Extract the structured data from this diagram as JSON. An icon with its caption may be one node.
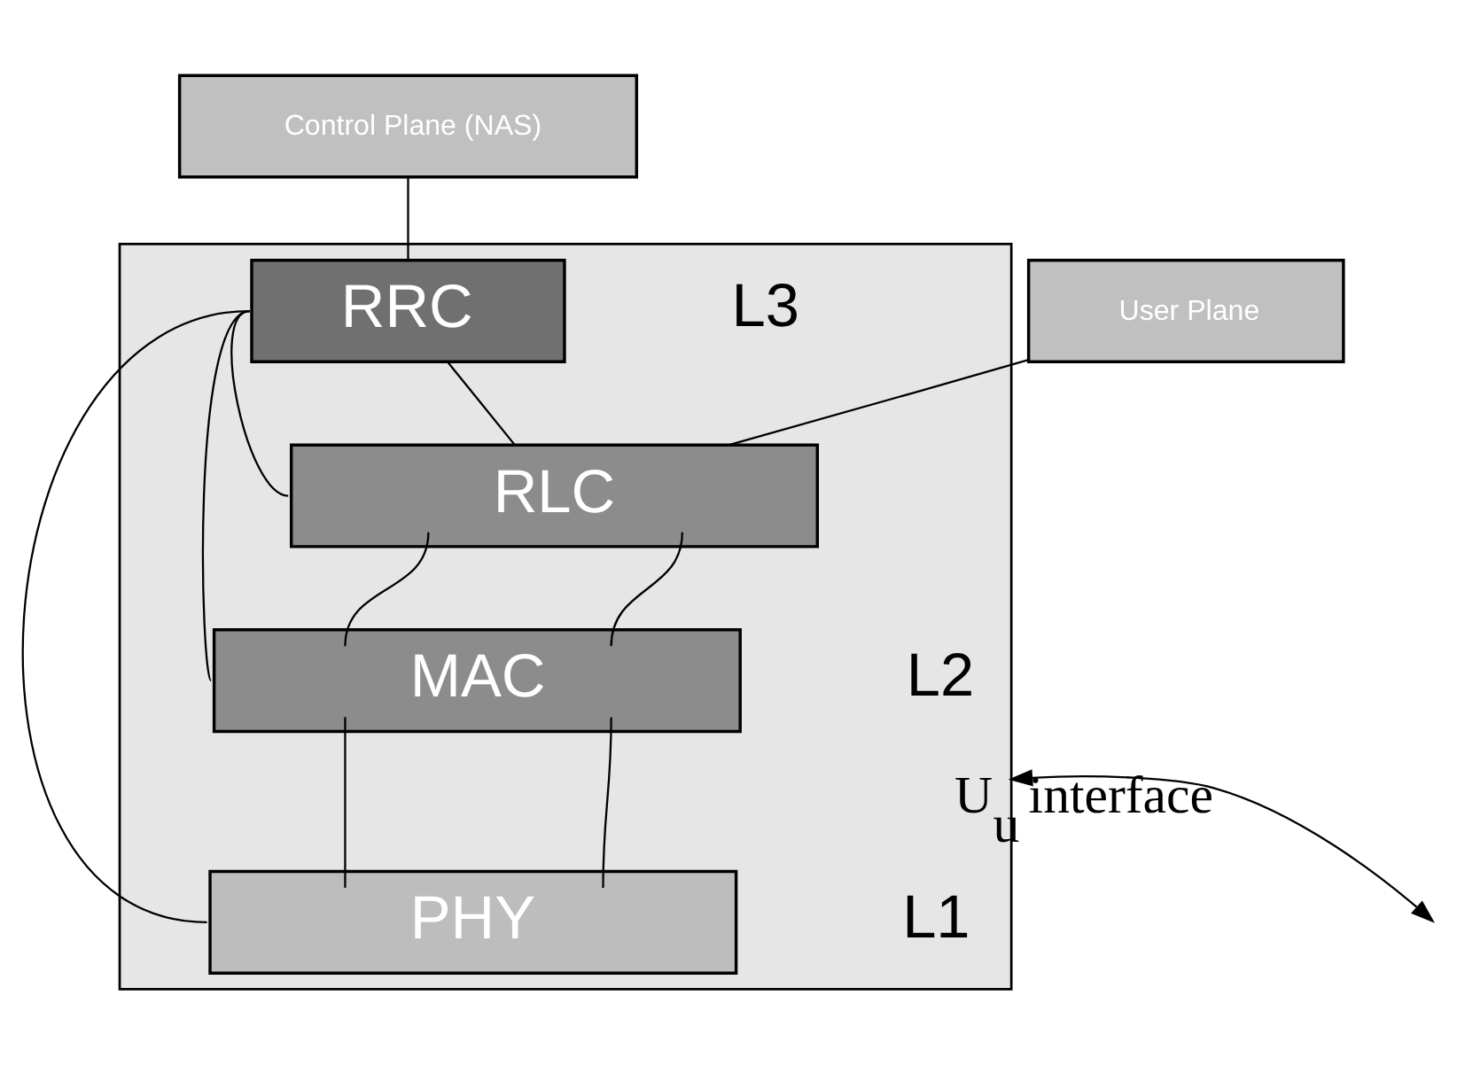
{
  "diagram": {
    "nodes": [
      {
        "text": [
          "Control Plane (NAS)"
        ]
      },
      {
        "text": [
          "User Plane"
        ]
      },
      {
        "text": [],
        "shape": "box"
      },
      {
        "text": [
          "RRC"
        ],
        "in": 2
      },
      {
        "text": [
          "RLC"
        ],
        "in": 2
      },
      {
        "text": [
          "MAC"
        ],
        "in": 2
      },
      {
        "text": [
          "PHY"
        ],
        "in": 2
      }
    ],
    "edges": [
      {
        "from": 0,
        "to": 3,
        "arrow": "none"
      },
      {
        "from": 1,
        "to": 4,
        "arrow": "none"
      },
      {
        "from": 3,
        "to": 4,
        "arrow": "none"
      },
      {
        "from": 4,
        "to": 5,
        "arrow": "none"
      },
      {
        "from": 4,
        "to": 5,
        "arrow": "none"
      },
      {
        "from": 5,
        "to": 6,
        "arrow": "none"
      },
      {
        "from": 5,
        "to": 6,
        "arrow": "none"
      },
      {
        "from": 3,
        "to": 4,
        "arrow": "none"
      },
      {
        "from": 3,
        "to": 5,
        "arrow": "none"
      },
      {
        "from": 3,
        "to": 6,
        "arrow": "none"
      },
      {
        "from": 2,
        "to": null,
        "label": "U$_{u}$ interface",
        "arrow": "both"
      }
    ],
    "labels": [
      "L3",
      "L2",
      "L1"
    ]
  }
}
